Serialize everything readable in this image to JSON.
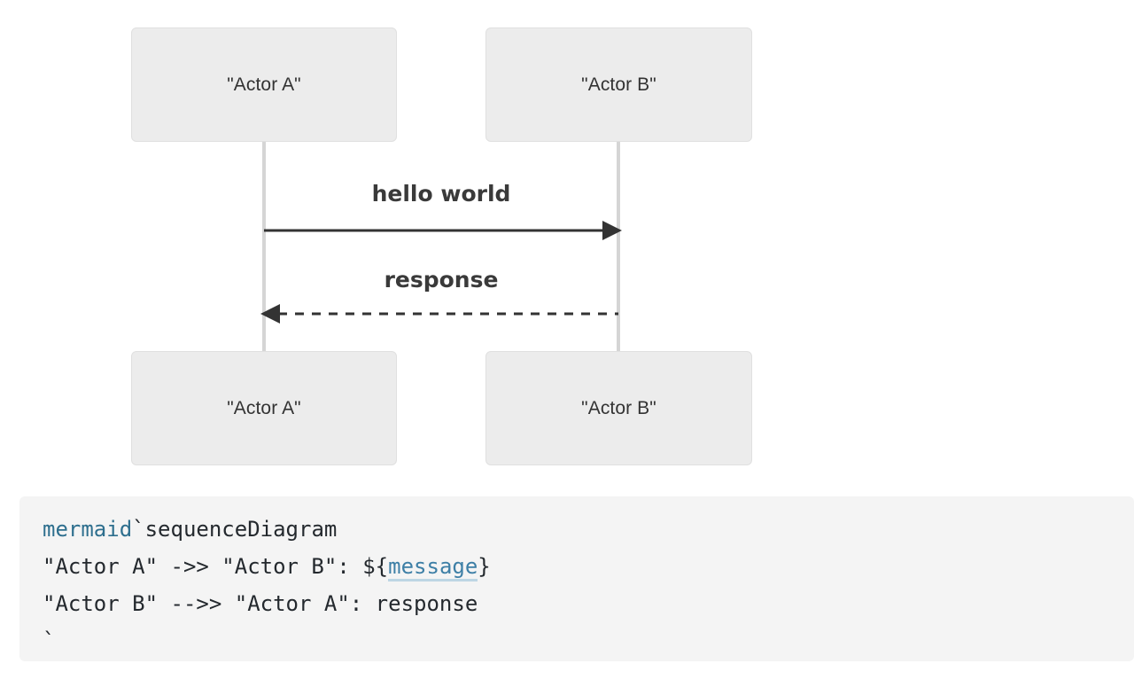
{
  "diagram": {
    "type": "sequence-diagram",
    "background": "#ffffff",
    "actor_box_fill": "#ECECEC",
    "actor_box_border": "#E0E0E0",
    "lifeline_color": "#D5D5D5",
    "arrow_color": "#333333",
    "participants": [
      {
        "id": "a",
        "label": "\"Actor A\""
      },
      {
        "id": "b",
        "label": "\"Actor B\""
      }
    ],
    "messages": [
      {
        "id": "m1",
        "label": "hello world",
        "from": "a",
        "to": "b",
        "style": "solid",
        "direction": "right"
      },
      {
        "id": "m2",
        "label": "response",
        "from": "b",
        "to": "a",
        "style": "dashed",
        "direction": "left"
      }
    ]
  },
  "code": {
    "background": "#F4F4F4",
    "text_color": "#24292E",
    "lang_token_color": "#2E6F8E",
    "var_token_color": "#3D7FA6",
    "var_underline_color": "#BDD6E4",
    "lines": [
      {
        "id": "l1",
        "lang": "mermaid",
        "rest": "`sequenceDiagram"
      },
      {
        "id": "l2",
        "pre": "\"Actor A\" ->> \"Actor B\": ${",
        "var": "message",
        "post": "}"
      },
      {
        "id": "l3",
        "text": "\"Actor B\" -->> \"Actor A\": response"
      },
      {
        "id": "l4",
        "text": "`"
      }
    ]
  }
}
